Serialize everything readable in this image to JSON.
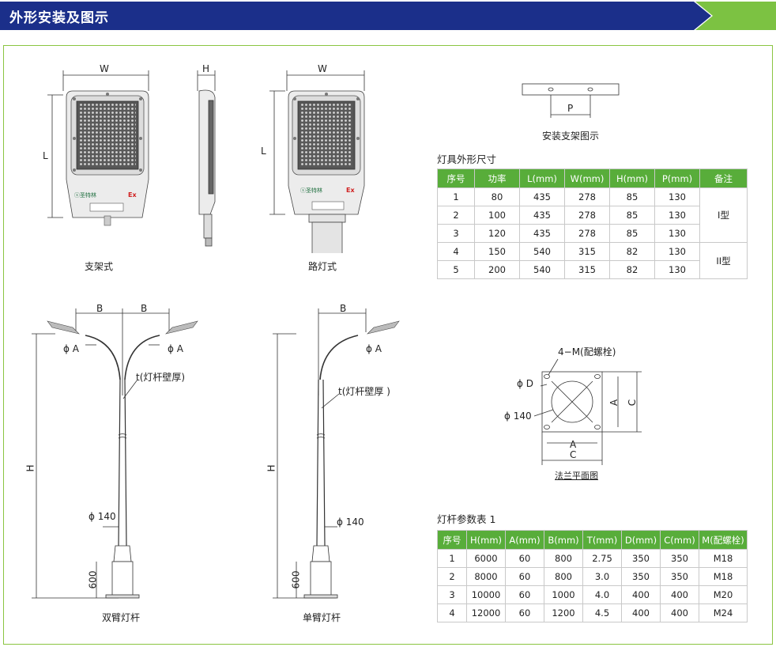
{
  "header": {
    "title": "外形安装及图示"
  },
  "captions": {
    "bracket": "支架式",
    "street": "路灯式",
    "double_pole": "双臂灯杆",
    "single_pole": "单臂灯杆",
    "mount": "安装支架图示",
    "flange": "法兰平面图"
  },
  "dim_labels": {
    "W": "W",
    "H": "H",
    "L": "L",
    "B": "B",
    "P": "P",
    "phiA": "ϕ A",
    "phi140": "ϕ 140",
    "phiD": "ϕ D",
    "wall": "t(灯杆壁厚)",
    "wall2": "t(灯杆壁厚 )",
    "base": "600",
    "A": "A",
    "C": "C",
    "M": "4−M(配螺栓)",
    "ex": "Ex",
    "logo": "ⓢ圣特林"
  },
  "table1": {
    "title": "灯具外形尺寸",
    "headers": [
      "序号",
      "功率",
      "L(mm)",
      "W(mm)",
      "H(mm)",
      "P(mm)",
      "备注"
    ],
    "rows": [
      [
        "1",
        "80",
        "435",
        "278",
        "85",
        "130"
      ],
      [
        "2",
        "100",
        "435",
        "278",
        "85",
        "130"
      ],
      [
        "3",
        "120",
        "435",
        "278",
        "85",
        "130"
      ],
      [
        "4",
        "150",
        "540",
        "315",
        "82",
        "130"
      ],
      [
        "5",
        "200",
        "540",
        "315",
        "82",
        "130"
      ]
    ],
    "notes": [
      "I型",
      "II型"
    ]
  },
  "table2": {
    "title": "灯杆参数表 1",
    "headers": [
      "序号",
      "H(mm)",
      "A(mm)",
      "B(mm)",
      "T(mm)",
      "D(mm)",
      "C(mm)",
      "M(配螺栓)"
    ],
    "rows": [
      [
        "1",
        "6000",
        "60",
        "800",
        "2.75",
        "350",
        "350",
        "M18"
      ],
      [
        "2",
        "8000",
        "60",
        "800",
        "3.0",
        "350",
        "350",
        "M18"
      ],
      [
        "3",
        "10000",
        "60",
        "1000",
        "4.0",
        "400",
        "400",
        "M20"
      ],
      [
        "4",
        "12000",
        "60",
        "1200",
        "4.5",
        "400",
        "400",
        "M24"
      ]
    ]
  },
  "colors": {
    "header_blue": "#1b2f8a",
    "accent_green": "#7cc242",
    "table_header": "#58ad3a",
    "frame": "#8ac541"
  }
}
